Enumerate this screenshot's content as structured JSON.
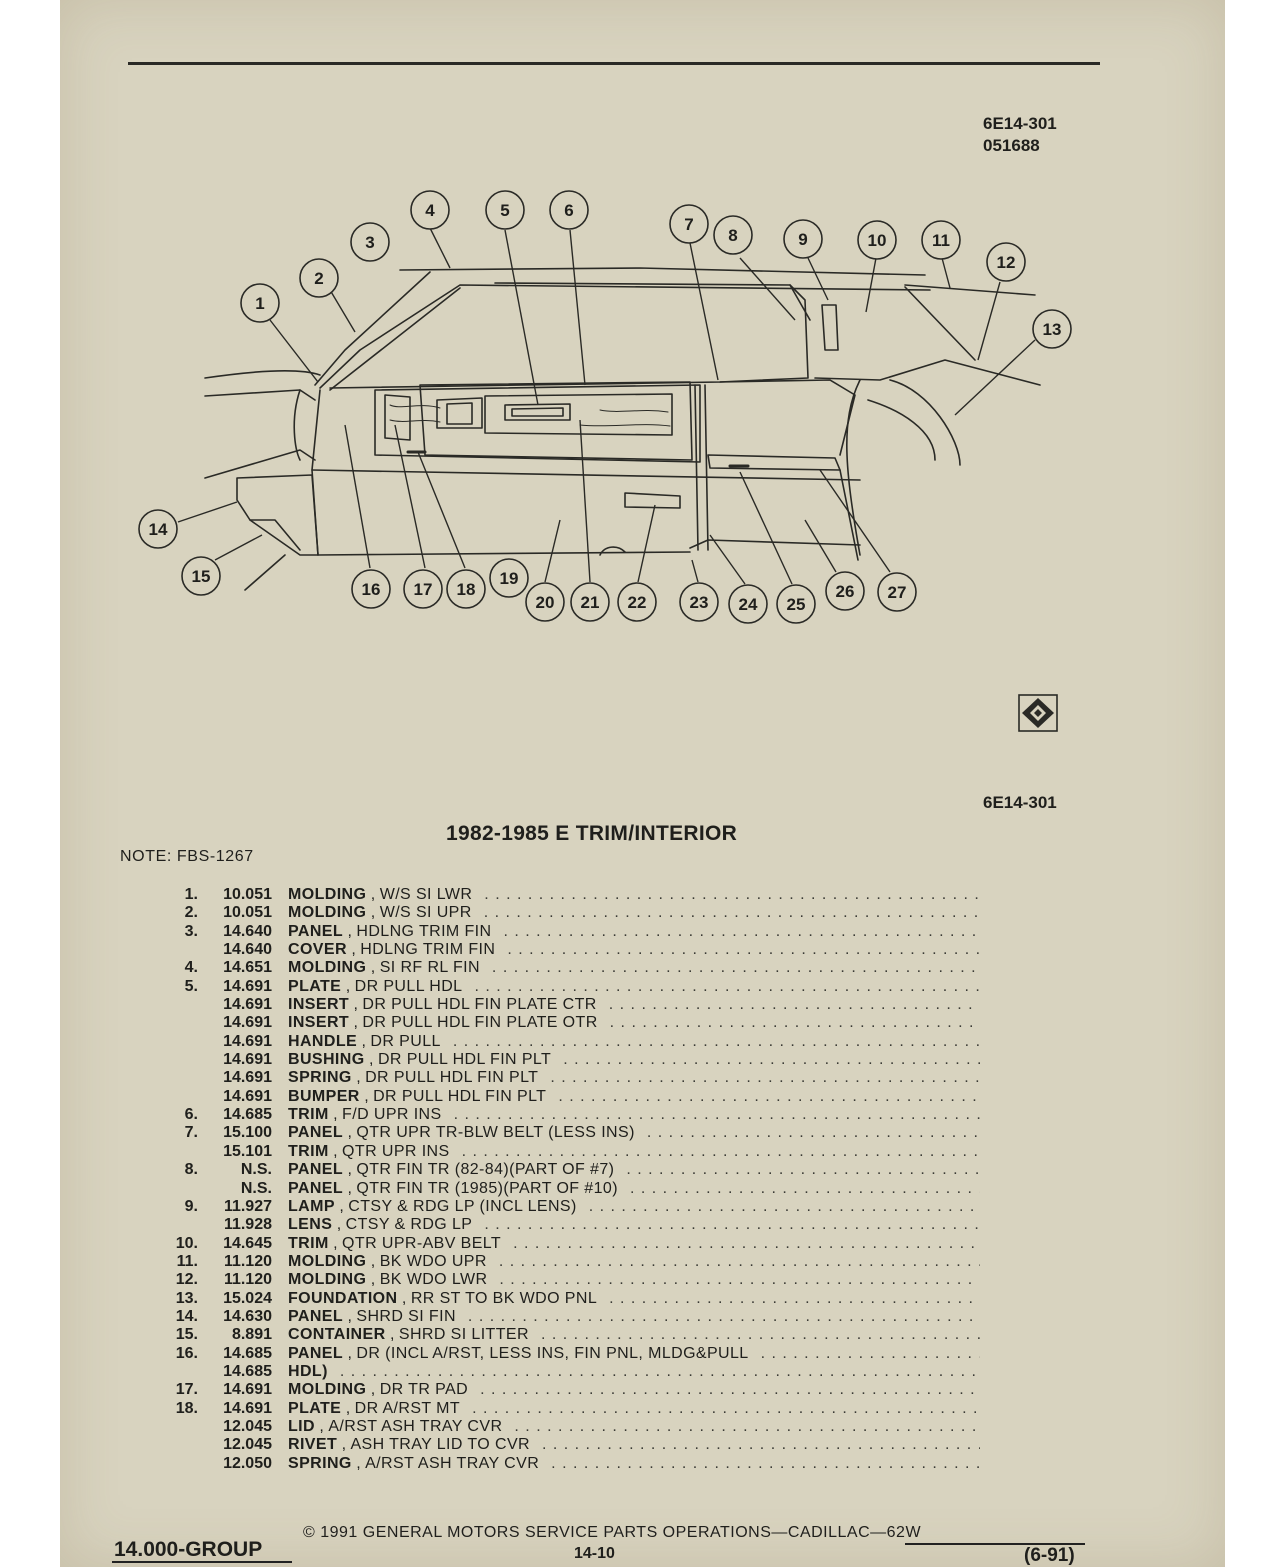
{
  "header": {
    "code_top": "6E14-301",
    "code_sub": "051688"
  },
  "diagram": {
    "callouts": [
      "1",
      "2",
      "3",
      "4",
      "5",
      "6",
      "7",
      "8",
      "9",
      "10",
      "11",
      "12",
      "13",
      "14",
      "15",
      "16",
      "17",
      "18",
      "19",
      "20",
      "21",
      "22",
      "23",
      "24",
      "25",
      "26",
      "27"
    ]
  },
  "section": {
    "code": "6E14-301",
    "title": "1982-1985 E TRIM/INTERIOR",
    "note": "NOTE:  FBS-1267"
  },
  "parts": [
    {
      "num": "1.",
      "code": "10.051",
      "name": "MOLDING",
      "desc": "W/S SI LWR"
    },
    {
      "num": "2.",
      "code": "10.051",
      "name": "MOLDING",
      "desc": "W/S SI UPR"
    },
    {
      "num": "3.",
      "code": "14.640",
      "name": "PANEL",
      "desc": "HDLNG TRIM FIN"
    },
    {
      "num": "",
      "code": "14.640",
      "name": "COVER",
      "desc": "HDLNG TRIM FIN"
    },
    {
      "num": "4.",
      "code": "14.651",
      "name": "MOLDING",
      "desc": "SI RF RL FIN"
    },
    {
      "num": "5.",
      "code": "14.691",
      "name": "PLATE",
      "desc": "DR PULL HDL"
    },
    {
      "num": "",
      "code": "14.691",
      "name": "INSERT",
      "desc": "DR PULL HDL FIN PLATE CTR"
    },
    {
      "num": "",
      "code": "14.691",
      "name": "INSERT",
      "desc": "DR PULL HDL FIN PLATE OTR"
    },
    {
      "num": "",
      "code": "14.691",
      "name": "HANDLE",
      "desc": "DR PULL"
    },
    {
      "num": "",
      "code": "14.691",
      "name": "BUSHING",
      "desc": "DR PULL HDL FIN PLT"
    },
    {
      "num": "",
      "code": "14.691",
      "name": "SPRING",
      "desc": "DR PULL HDL FIN PLT"
    },
    {
      "num": "",
      "code": "14.691",
      "name": "BUMPER",
      "desc": "DR PULL HDL FIN PLT"
    },
    {
      "num": "6.",
      "code": "14.685",
      "name": "TRIM",
      "desc": "F/D UPR INS"
    },
    {
      "num": "7.",
      "code": "15.100",
      "name": "PANEL",
      "desc": "QTR UPR TR-BLW BELT (LESS INS)"
    },
    {
      "num": "",
      "code": "15.101",
      "name": "TRIM",
      "desc": "QTR UPR INS"
    },
    {
      "num": "8.",
      "code": "N.S.",
      "name": "PANEL",
      "desc": "QTR FIN TR (82-84)(PART OF #7)"
    },
    {
      "num": "",
      "code": "N.S.",
      "name": "PANEL",
      "desc": "QTR FIN TR (1985)(PART OF #10)"
    },
    {
      "num": "9.",
      "code": "11.927",
      "name": "LAMP",
      "desc": "CTSY & RDG LP (INCL LENS)"
    },
    {
      "num": "",
      "code": "11.928",
      "name": "LENS",
      "desc": "CTSY & RDG LP"
    },
    {
      "num": "10.",
      "code": "14.645",
      "name": "TRIM",
      "desc": "QTR UPR-ABV BELT"
    },
    {
      "num": "11.",
      "code": "11.120",
      "name": "MOLDING",
      "desc": "BK WDO UPR"
    },
    {
      "num": "12.",
      "code": "11.120",
      "name": "MOLDING",
      "desc": "BK WDO LWR"
    },
    {
      "num": "13.",
      "code": "15.024",
      "name": "FOUNDATION",
      "desc": "RR ST TO BK WDO PNL"
    },
    {
      "num": "14.",
      "code": "14.630",
      "name": "PANEL",
      "desc": "SHRD SI FIN"
    },
    {
      "num": "15.",
      "code": "8.891",
      "name": "CONTAINER",
      "desc": "SHRD SI LITTER"
    },
    {
      "num": "16.",
      "code": "14.685",
      "name": "PANEL",
      "desc": "DR (INCL A/RST, LESS INS, FIN PNL, MLDG&PULL"
    },
    {
      "num": "",
      "code": "14.685",
      "name": "HDL)",
      "desc": ""
    },
    {
      "num": "17.",
      "code": "14.691",
      "name": "MOLDING",
      "desc": "DR TR PAD"
    },
    {
      "num": "18.",
      "code": "14.691",
      "name": "PLATE",
      "desc": "DR A/RST MT"
    },
    {
      "num": "",
      "code": "12.045",
      "name": "LID",
      "desc": "A/RST ASH TRAY CVR"
    },
    {
      "num": "",
      "code": "12.045",
      "name": "RIVET",
      "desc": "ASH TRAY LID TO CVR"
    },
    {
      "num": "",
      "code": "12.050",
      "name": "SPRING",
      "desc": "A/RST ASH TRAY CVR"
    }
  ],
  "footer": {
    "group": "14.000-GROUP",
    "copyright": "©  1991  GENERAL MOTORS SERVICE PARTS OPERATIONS—CADILLAC—62W",
    "page": "14-10",
    "revision": "(6-91)"
  }
}
